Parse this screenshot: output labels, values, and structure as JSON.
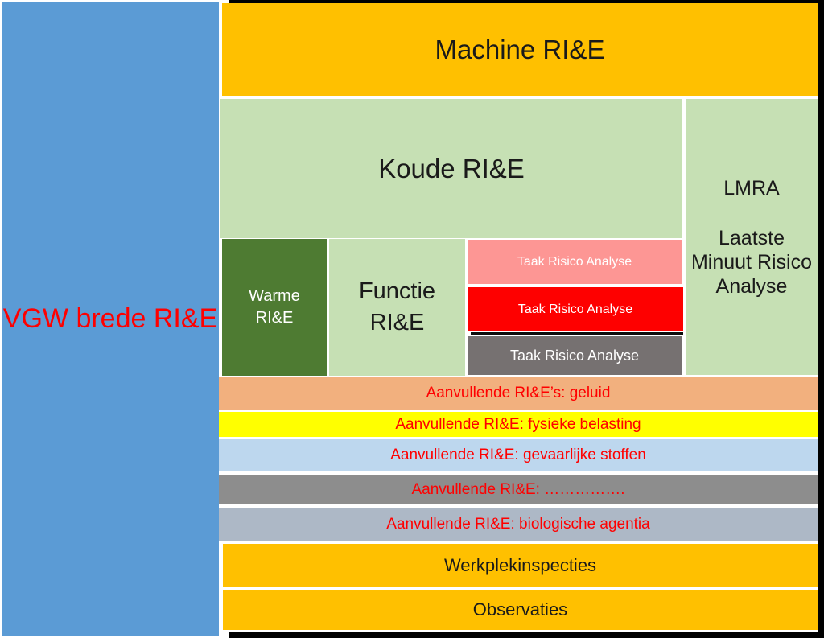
{
  "diagram": {
    "vgw": {
      "label": "VGW brede RI&E"
    },
    "machine": {
      "label": "Machine RI&E"
    },
    "koude": {
      "label": "Koude RI&E"
    },
    "lmra": {
      "abbr": "LMRA",
      "full": "Laatste Minuut Risico Analyse"
    },
    "warme": {
      "label": "Warme RI&E"
    },
    "functie": {
      "label": "Functie RI&E"
    },
    "tra_blocks": [
      {
        "label": "Taak Risico Analyse"
      },
      {
        "label": "Taak Risico Analyse"
      },
      {
        "label": "Taak Risico Analyse"
      }
    ],
    "aanvullende_bars": [
      {
        "label": "Aanvullende RI&E’s: geluid"
      },
      {
        "label": "Aanvullende RI&E: fysieke belasting"
      },
      {
        "label": "Aanvullende RI&E: gevaarlijke stoffen"
      },
      {
        "label": "Aanvullende RI&E: ……………."
      },
      {
        "label": "Aanvullende RI&E: biologische agentia"
      }
    ],
    "werkplek": {
      "label": "Werkplekinspecties"
    },
    "observaties": {
      "label": "Observaties"
    }
  },
  "colors": {
    "vgw_blue": "#5B9BD5",
    "banner_orange": "#FFC000",
    "light_green": "#C6E0B4",
    "dark_green": "#4E7B32",
    "tra_pink": "#FD9694",
    "tra_red": "#FE0000",
    "tra_gray": "#767171",
    "bar_salmon": "#F2B07E",
    "bar_yellow": "#FFFF00",
    "bar_lightblue": "#BDD7EE",
    "bar_gray": "#8D8D8D",
    "bar_bluegray": "#ADB8C6",
    "label_red": "#FF0000"
  }
}
